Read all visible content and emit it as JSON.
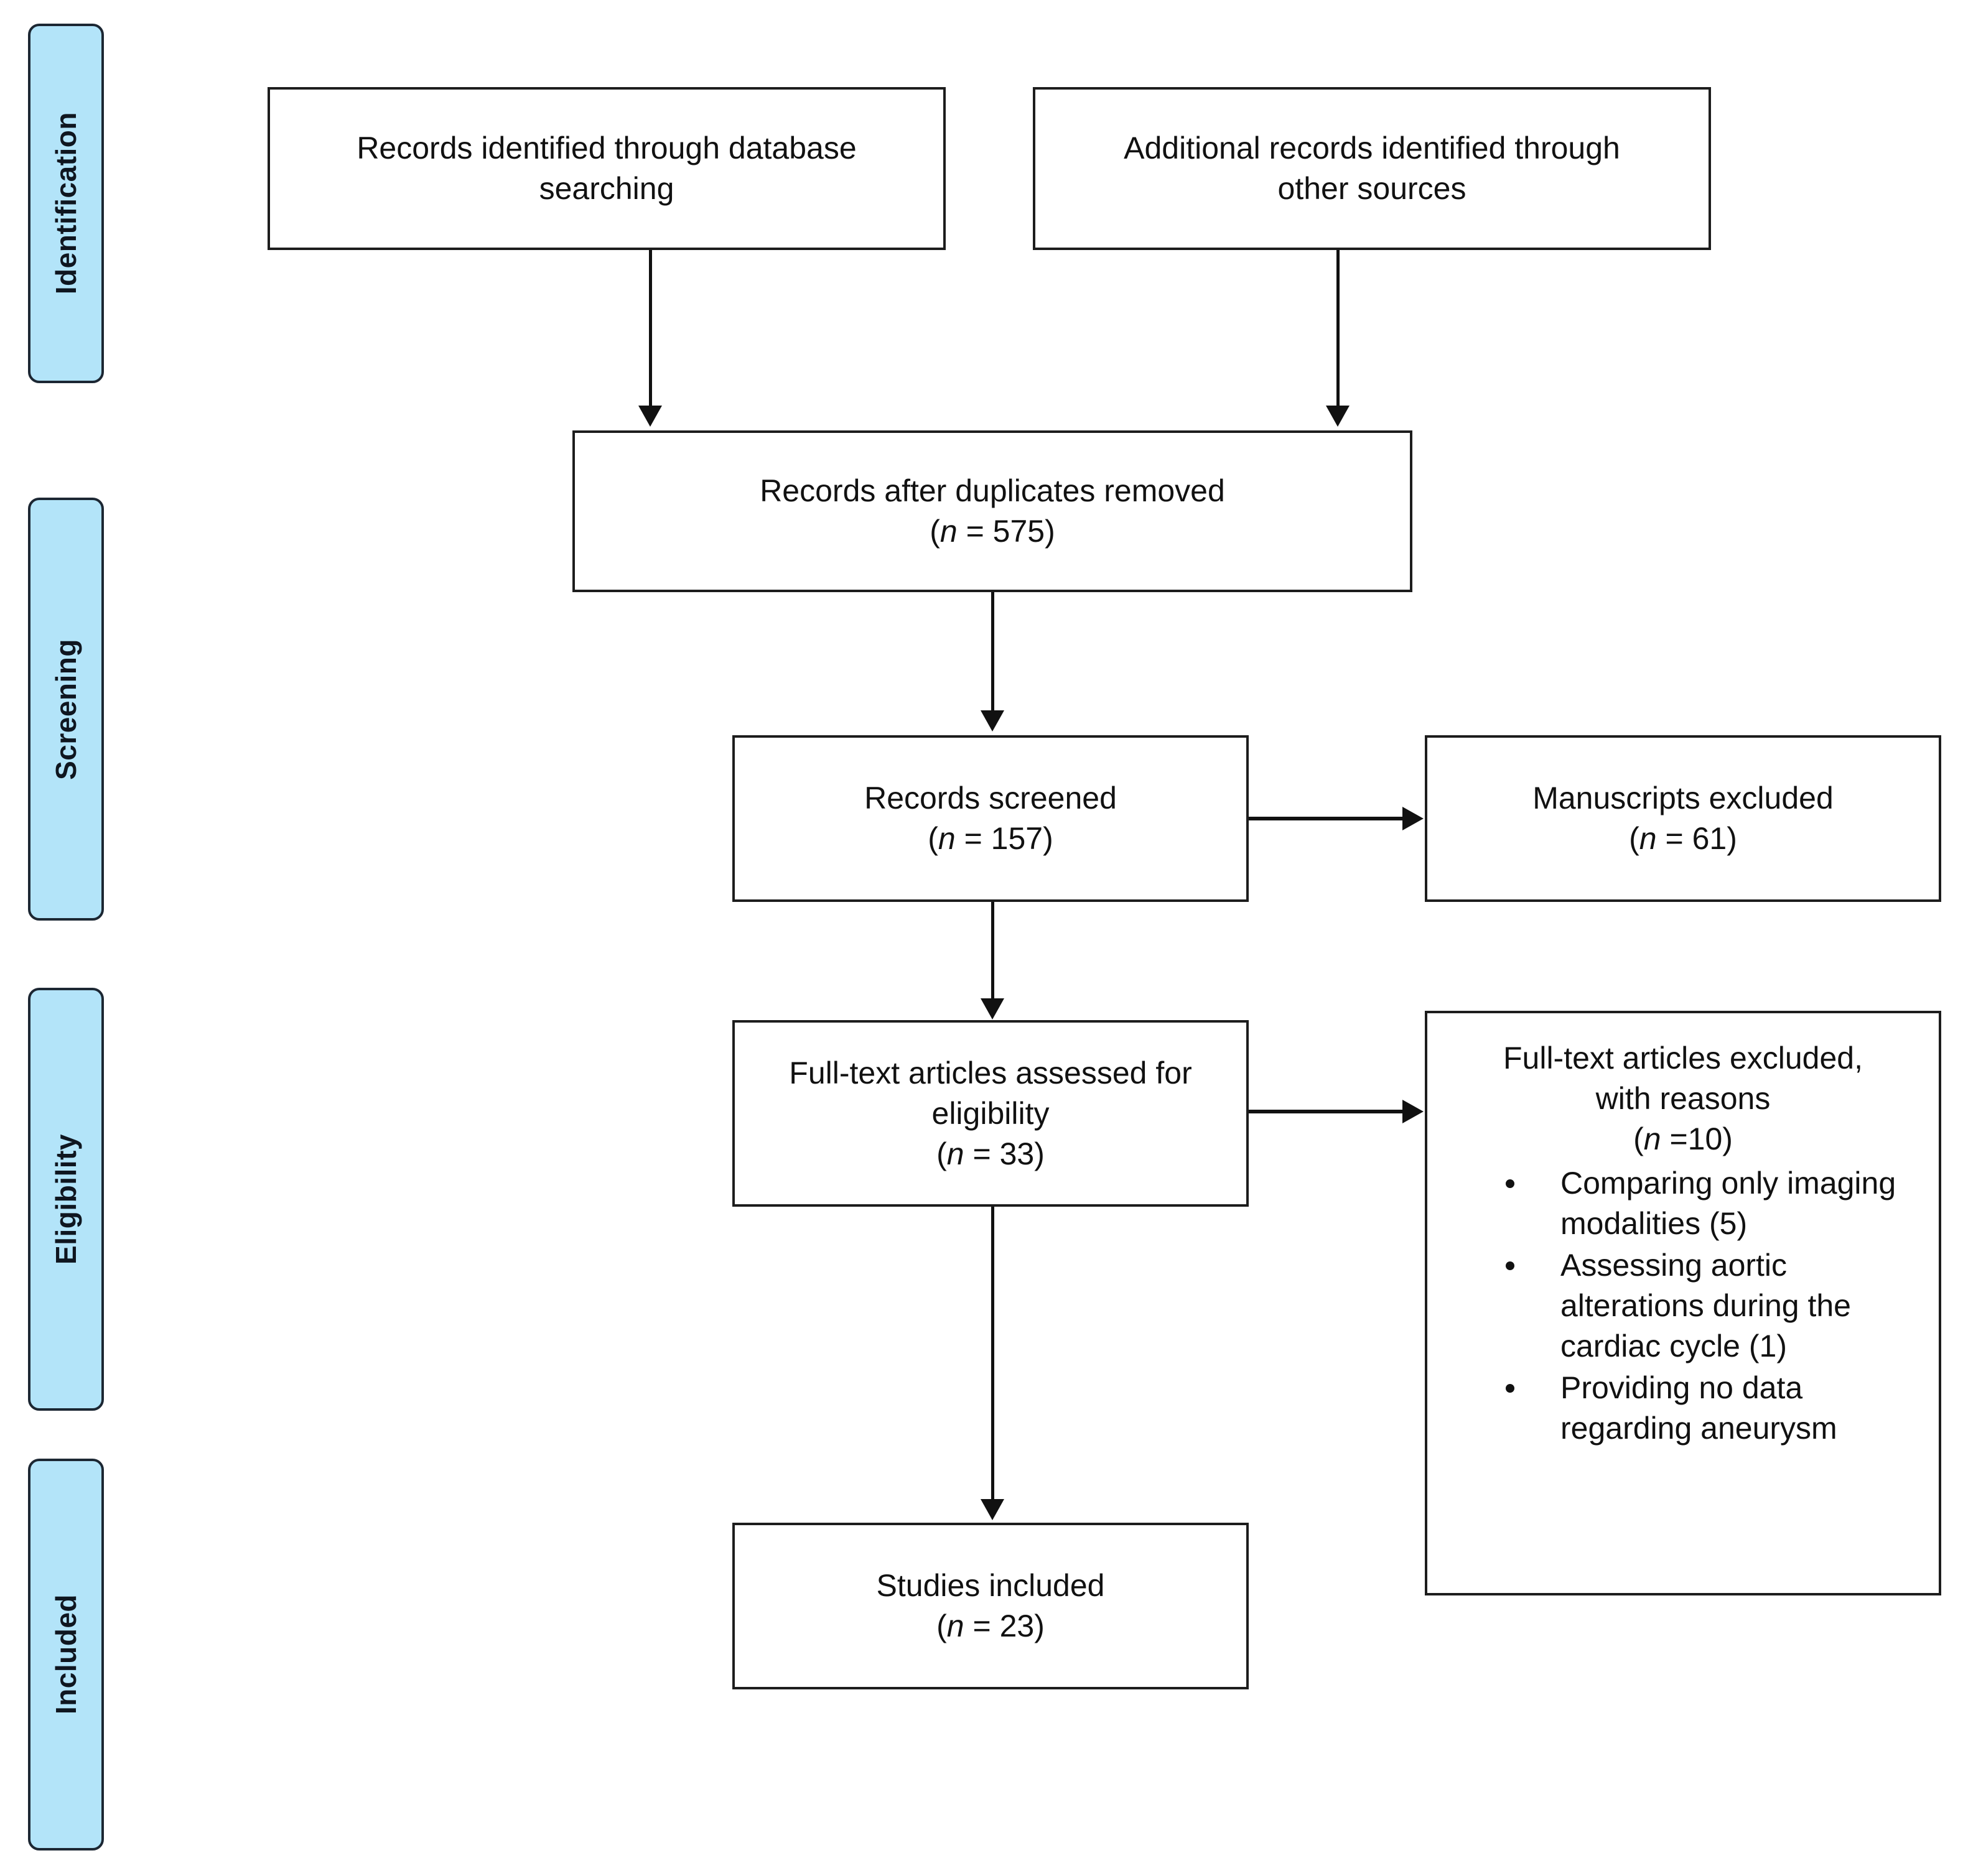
{
  "diagram": {
    "type": "prisma-flow-diagram",
    "phases": [
      {
        "id": "identification",
        "label": "Identification"
      },
      {
        "id": "screening",
        "label": "Screening"
      },
      {
        "id": "eligibility",
        "label": "Eligibility"
      },
      {
        "id": "included",
        "label": "Included"
      }
    ],
    "boxes": {
      "database_search": {
        "line1": "Records identified through database",
        "line2": "searching"
      },
      "other_sources": {
        "line1": "Additional records identified through",
        "line2": "other sources"
      },
      "duplicates_removed": {
        "line1": "Records after duplicates removed",
        "n_open": "(",
        "n_symbol": "n",
        "n_eq": " = ",
        "n_value": "575",
        "n_close": ")"
      },
      "records_screened": {
        "line1": "Records screened",
        "n_open": "(",
        "n_symbol": "n",
        "n_eq": " = ",
        "n_value": "157",
        "n_close": ")"
      },
      "manuscripts_excluded": {
        "line1": "Manuscripts excluded",
        "n_open": "(",
        "n_symbol": "n",
        "n_eq": " = ",
        "n_value": "61",
        "n_close": ")"
      },
      "fulltext_assessed": {
        "line1": "Full-text articles assessed for",
        "line2": "eligibility",
        "n_open": "(",
        "n_symbol": "n",
        "n_eq": " = ",
        "n_value": "33",
        "n_close": ")"
      },
      "fulltext_excluded": {
        "line1": "Full-text articles excluded,",
        "line2": "with reasons",
        "n_open": "(",
        "n_symbol": "n",
        "n_eq": " =",
        "n_value": "10",
        "n_close": ")",
        "reasons": [
          "Comparing only imaging modalities (5)",
          "Assessing aortic alterations during the cardiac cycle (1)",
          "Providing no data regarding aneurysm"
        ]
      },
      "studies_included": {
        "line1": "Studies included",
        "n_open": "(",
        "n_symbol": "n",
        "n_eq": " = ",
        "n_value": "23",
        "n_close": ")"
      }
    },
    "colors": {
      "phase_fill": "#b3e4f9",
      "phase_border": "#1c2733",
      "box_border": "#1d1d1d",
      "text": "#111111",
      "background": "#ffffff"
    }
  }
}
